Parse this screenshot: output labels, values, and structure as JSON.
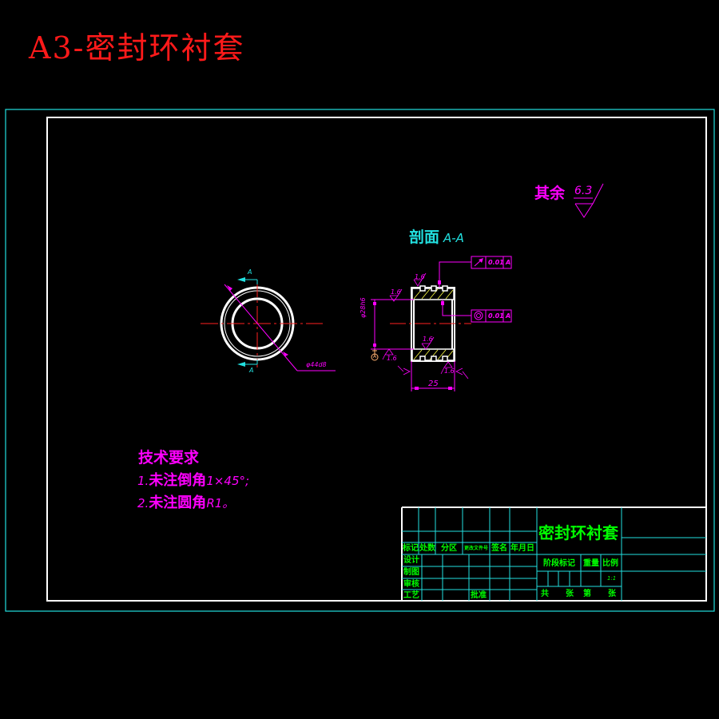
{
  "page_title": "A3-密封环衬套",
  "drawing": {
    "general_roughness": {
      "label": "其余",
      "value": "6.3"
    },
    "section_view": {
      "title": "剖面",
      "id": "A-A",
      "length_dim": "25",
      "diameter_dim": "φ28h6",
      "roughness_marks": [
        "1.6",
        "1.6",
        "1.6",
        "1.6",
        "1.6"
      ],
      "datum": "A",
      "tolerances": [
        {
          "symbol": "circular-runout",
          "value": "0.01",
          "datum": "A"
        },
        {
          "symbol": "concentricity",
          "value": "0.01",
          "datum": "A"
        }
      ]
    },
    "front_view": {
      "section_marker": "A",
      "diameter_dim": "φ44d8"
    }
  },
  "tech_requirements": {
    "title": "技术要求",
    "items": [
      {
        "num": "1.",
        "text": "未注倒角",
        "value": "1×45°;"
      },
      {
        "num": "2.",
        "text": "未注圆角",
        "value": "R1。"
      }
    ]
  },
  "title_block": {
    "part_name": "密封环衬套",
    "header_row": [
      "标记",
      "处数",
      "分区",
      "更改文件号",
      "签名",
      "年月日"
    ],
    "left_rows": [
      "设计",
      "制图",
      "审核",
      "工艺"
    ],
    "approve": "批准",
    "right_header": [
      "阶段标记",
      "重量",
      "比例"
    ],
    "scale": "1:1",
    "sheet_row": [
      "共",
      "张",
      "第",
      "张"
    ]
  }
}
